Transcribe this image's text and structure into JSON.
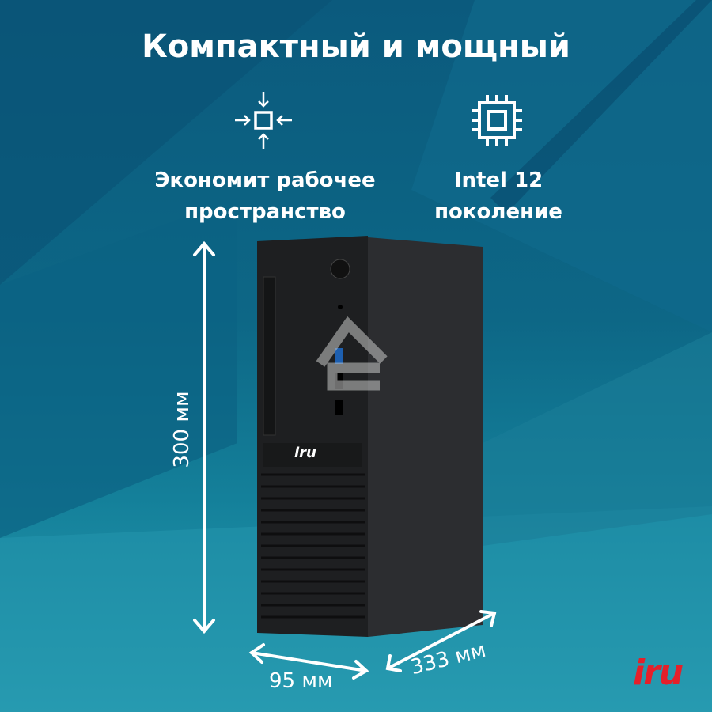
{
  "title": "Компактный и мощный",
  "features": [
    {
      "icon": "compress-arrows-icon",
      "line1": "Экономит рабочее",
      "line2": "пространство"
    },
    {
      "icon": "cpu-chip-icon",
      "line1": "Intel 12",
      "line2": "поколение"
    }
  ],
  "dimensions": {
    "height": "300 мм",
    "width": "95 мм",
    "depth": "333 мм"
  },
  "brand": "iru",
  "colors": {
    "brand": "#e4202a",
    "background": "#0d6786"
  }
}
